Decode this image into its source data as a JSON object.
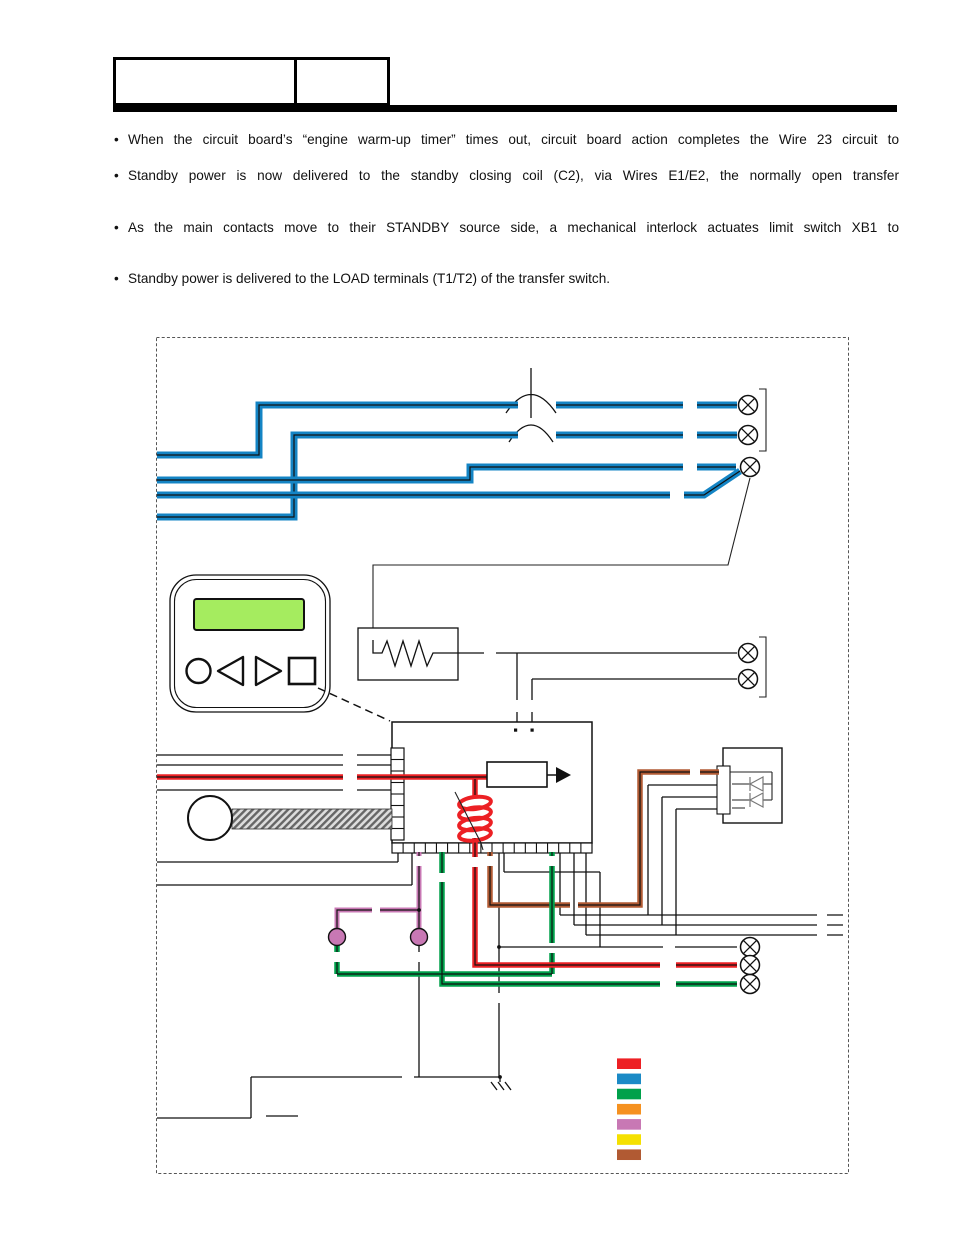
{
  "document": {
    "bullet_char": "•",
    "header_boxes": {
      "box1_text": "",
      "box2_text": ""
    },
    "bullets": [
      {
        "text": "When the circuit board’s “engine warm-up timer” times out, circuit board action completes the Wire 23 circuit to",
        "justified": true
      },
      {
        "text": "Standby power is now delivered to the standby closing coil (C2), via Wires E1/E2, the normally open transfer",
        "justified": true
      },
      {
        "text": "As the main contacts move to their STANDBY source side, a mechanical interlock actuates limit switch XB1 to",
        "justified": true
      },
      {
        "text": "Standby power is delivered to the LOAD terminals (T1/T2) of the transfer switch.",
        "justified": false
      }
    ]
  },
  "diagram": {
    "wire_colors": {
      "blue": "#1484C4",
      "red": "#EC2024",
      "green": "#00A14B",
      "pink": "#C878B4",
      "brown": "#B15A33",
      "screen": "#A5EC5F"
    },
    "legend": [
      {
        "name": "red-wire",
        "hex": "#ED2024"
      },
      {
        "name": "blue-wire",
        "hex": "#1B8AC6"
      },
      {
        "name": "green-wire",
        "hex": "#00A14B"
      },
      {
        "name": "orange-wire",
        "hex": "#F59120"
      },
      {
        "name": "pink-wire",
        "hex": "#C878B4"
      },
      {
        "name": "yellow-wire",
        "hex": "#F5E000"
      },
      {
        "name": "brown-wire",
        "hex": "#B15A33"
      }
    ]
  }
}
